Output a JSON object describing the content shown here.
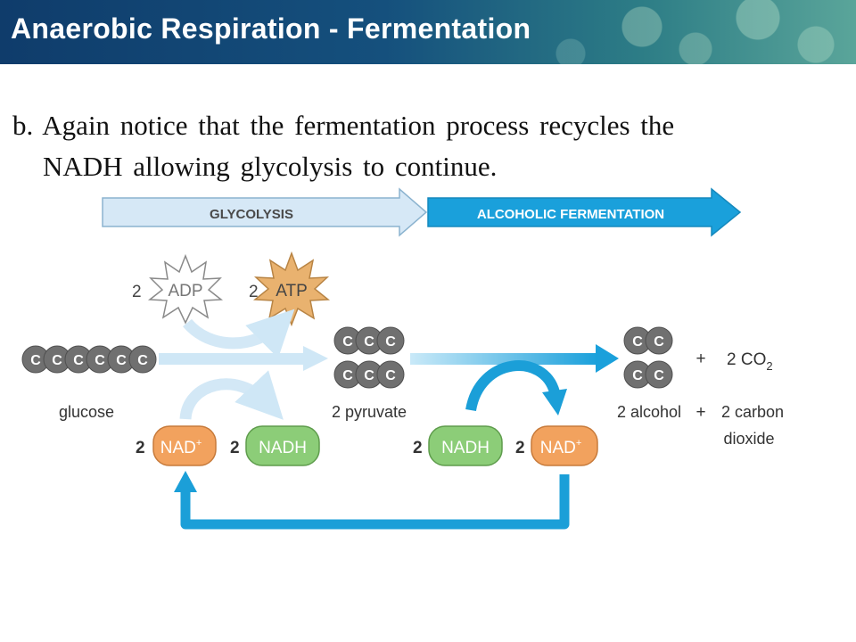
{
  "slide": {
    "title": "Anaerobic Respiration - Fermentation",
    "text_prefix": "b.",
    "text_line1": "Again notice that the fermentation process recycles the",
    "text_line2": "NADH allowing glycolysis to continue."
  },
  "diagram": {
    "stage_glycolysis": "GLYCOLYSIS",
    "stage_fermentation": "ALCOHOLIC FERMENTATION",
    "adp_coef": "2",
    "adp_label": "ADP",
    "atp_coef": "2",
    "atp_label": "ATP",
    "carbon_letter": "C",
    "glucose_label": "glucose",
    "pyruvate_label": "2 pyruvate",
    "plus1": "+",
    "co2_label": "2 CO",
    "co2_sub": "2",
    "alcohol_label": "2 alcohol",
    "plus2": "+",
    "carbon_dioxide_line1": "2 carbon",
    "carbon_dioxide_line2": "dioxide",
    "nad_left_coef": "2",
    "nad_left_label": "NAD",
    "nad_sup": "+",
    "nadh_left_coef": "2",
    "nadh_left_label": "NADH",
    "nadh_right_coef": "2",
    "nadh_right_label": "NADH",
    "nad_right_label": "NAD",
    "colors": {
      "glycolysis_arrow": "#d6e8f6",
      "fermentation_arrow": "#1aa0db",
      "nad": "#f2a25e",
      "nadh": "#8ccd78",
      "atp": "#e9b26f",
      "carbon": "#707070",
      "recycle_arrow": "#1b9fd8"
    }
  }
}
